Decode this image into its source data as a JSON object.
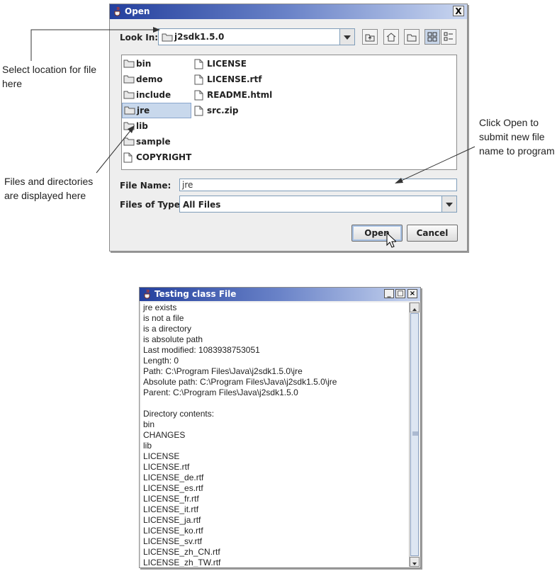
{
  "open_dialog": {
    "title": "Open",
    "close_glyph": "X",
    "look_in_label": "Look In:",
    "look_in_value": "j2sdk1.5.0",
    "toolbar_icons": [
      "up-one-level-icon",
      "home-icon",
      "new-folder-icon",
      "list-view-icon",
      "details-view-icon"
    ],
    "files": [
      {
        "name": "bin",
        "type": "folder"
      },
      {
        "name": "demo",
        "type": "folder"
      },
      {
        "name": "include",
        "type": "folder"
      },
      {
        "name": "jre",
        "type": "folder",
        "selected": true
      },
      {
        "name": "lib",
        "type": "folder"
      },
      {
        "name": "sample",
        "type": "folder"
      },
      {
        "name": "COPYRIGHT",
        "type": "file"
      },
      {
        "name": "LICENSE",
        "type": "file"
      },
      {
        "name": "LICENSE.rtf",
        "type": "file"
      },
      {
        "name": "README.html",
        "type": "file"
      },
      {
        "name": "src.zip",
        "type": "file"
      }
    ],
    "file_name_label": "File Name:",
    "file_name_value": "jre",
    "files_of_type_label": "Files of Type:",
    "files_of_type_value": "All Files",
    "open_button": "Open",
    "cancel_button": "Cancel"
  },
  "annotations": {
    "select_location": [
      "Select location for file",
      "here"
    ],
    "files_displayed": [
      "Files and directories",
      "are displayed here"
    ],
    "click_open": [
      "Click Open to",
      "submit new file",
      "name to program"
    ]
  },
  "test_window": {
    "title": "Testing class File",
    "minimize_glyph": "_",
    "maximize_glyph": "□",
    "close_glyph": "×",
    "lines": [
      "jre exists",
      "is not a file",
      "is a directory",
      "is absolute path",
      "Last modified: 1083938753051",
      "Length: 0",
      "Path: C:\\Program Files\\Java\\j2sdk1.5.0\\jre",
      "Absolute path: C:\\Program Files\\Java\\j2sdk1.5.0\\jre",
      "Parent: C:\\Program Files\\Java\\j2sdk1.5.0",
      "",
      "Directory contents:",
      "bin",
      "CHANGES",
      "lib",
      "LICENSE",
      "LICENSE.rtf",
      "LICENSE_de.rtf",
      "LICENSE_es.rtf",
      "LICENSE_fr.rtf",
      "LICENSE_it.rtf",
      "LICENSE_ja.rtf",
      "LICENSE_ko.rtf",
      "LICENSE_sv.rtf",
      "LICENSE_zh_CN.rtf",
      "LICENSE_zh_TW.rtf"
    ]
  },
  "colors": {
    "title_bar": "#24409e",
    "selection": "#c8d8ec",
    "dialog_bg": "#eeeeee"
  }
}
